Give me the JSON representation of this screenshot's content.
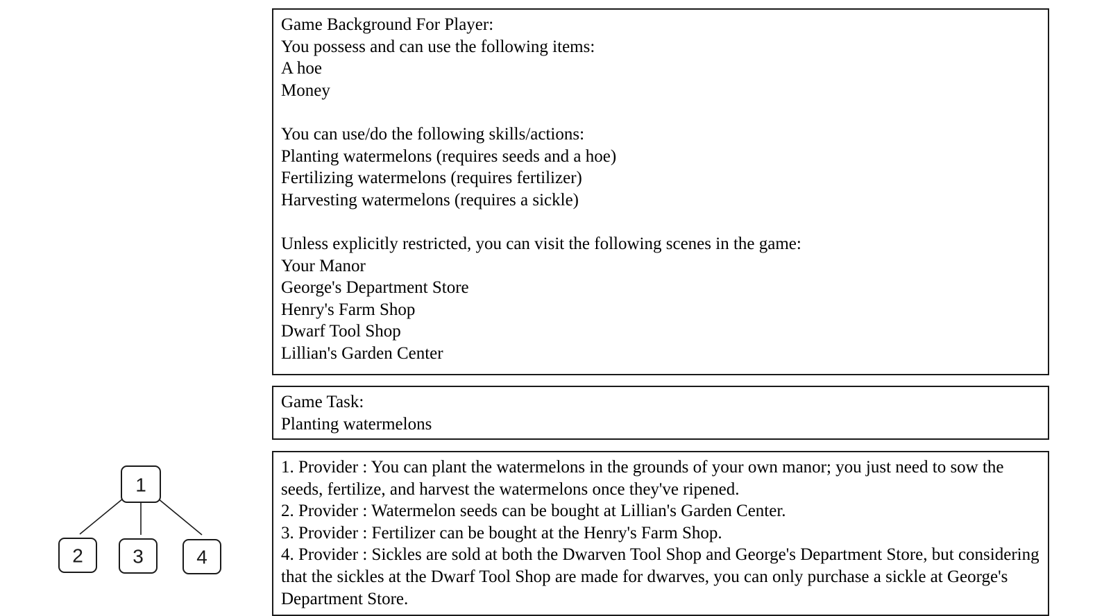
{
  "background": {
    "title": "Game Background For Player:",
    "items_intro": "You possess and can use the following items:",
    "items": [
      "A hoe",
      "Money"
    ],
    "skills_intro": "You can use/do the following skills/actions:",
    "skills": [
      "Planting watermelons (requires seeds and a hoe)",
      "Fertilizing watermelons (requires fertilizer)",
      "Harvesting watermelons (requires a sickle)"
    ],
    "scenes_intro": "Unless explicitly restricted, you can visit the following scenes in the game:",
    "scenes": [
      "Your Manor",
      "George's Department Store",
      "Henry's Farm Shop",
      "Dwarf Tool Shop",
      "Lillian's Garden Center"
    ]
  },
  "task": {
    "title": "Game Task:",
    "value": "Planting watermelons"
  },
  "hints": [
    "1. Provider : You can plant the watermelons in the grounds of your own manor; you just need to sow the seeds, fertilize, and harvest the watermelons once they've ripened.",
    "2. Provider : Watermelon seeds can be bought at Lillian's Garden Center.",
    "3. Provider : Fertilizer can be bought at the Henry's Farm Shop.",
    "4. Provider : Sickles are sold at both the Dwarven Tool Shop and George's Department Store, but considering that the sickles at the Dwarf Tool Shop are made for dwarves, you can only purchase a sickle at George's Department Store."
  ],
  "tree": {
    "root": "1",
    "children": [
      "2",
      "3",
      "4"
    ]
  }
}
